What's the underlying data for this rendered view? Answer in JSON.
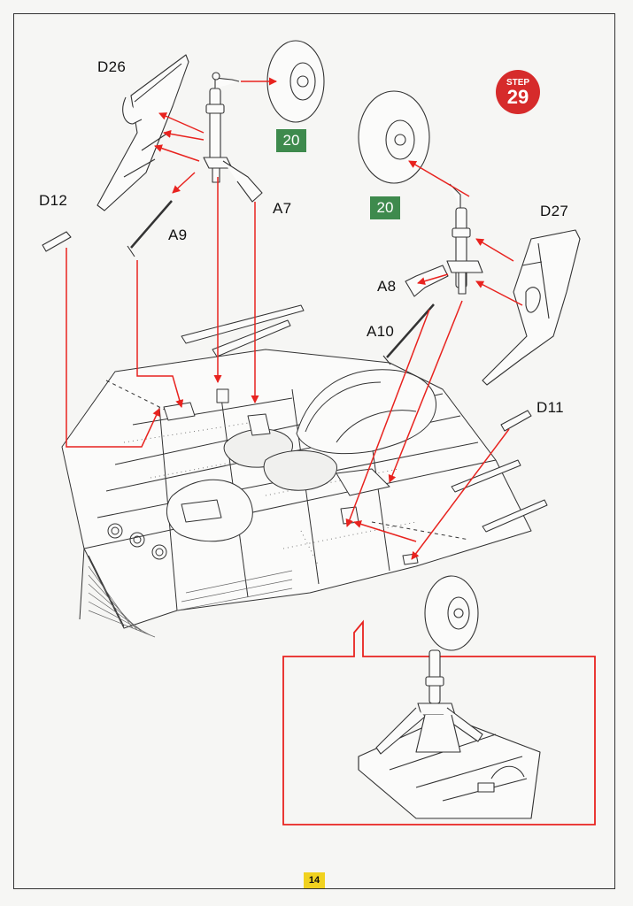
{
  "step": {
    "label": "STEP",
    "number": "29"
  },
  "parts": {
    "d26": "D26",
    "d12": "D12",
    "a9": "A9",
    "a7": "A7",
    "d27": "D27",
    "a8": "A8",
    "a10": "A10",
    "d11": "D11"
  },
  "refs": {
    "wheel_left": "20",
    "wheel_right": "20"
  },
  "page_number": "14",
  "colors": {
    "arrow": "#e8231f",
    "ref_box": "#3e8a4d",
    "step_badge": "#d62b2b",
    "page_badge": "#f1d21f"
  }
}
